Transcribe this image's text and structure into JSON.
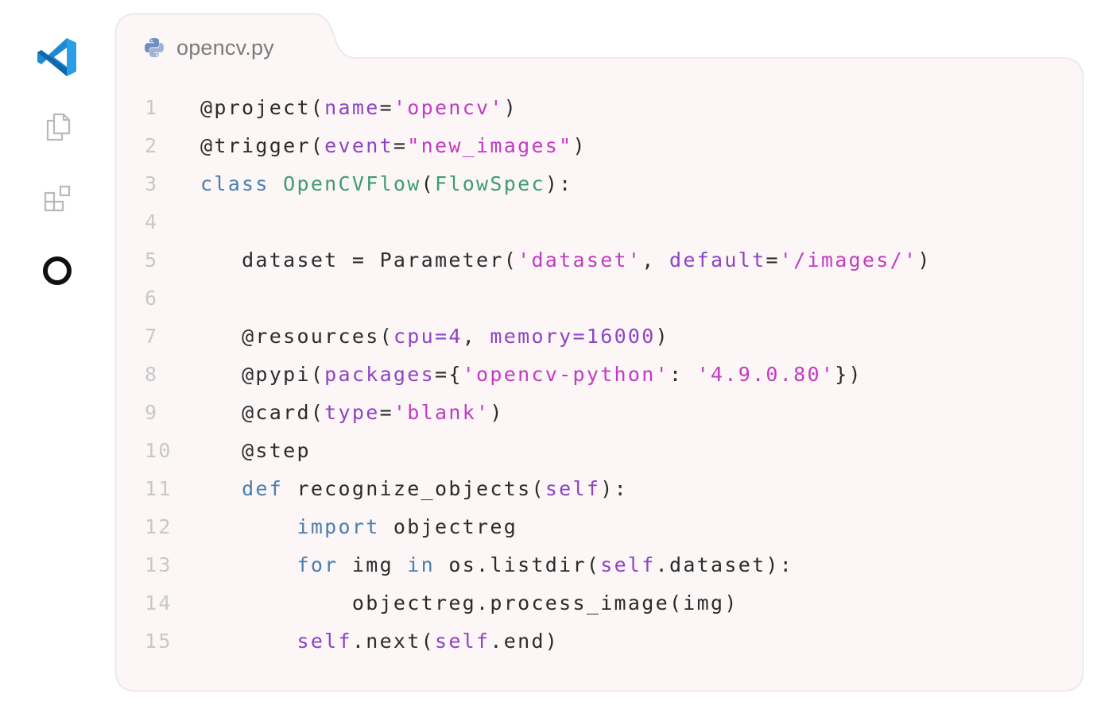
{
  "activity_bar": {
    "icons": [
      "vscode-logo-icon",
      "copy-files-icon",
      "extensions-icon",
      "outerbounds-logo-icon"
    ]
  },
  "colors": {
    "panel_bg": "#fcf6f6",
    "panel_border": "#f0e8e8",
    "keyword": "#4a7fb0",
    "class_name": "#3f9a78",
    "param": "#8c44c4",
    "string": "#c23bc4",
    "line_number": "#c8c8c8",
    "vscode_blue": "#1f8ad2"
  },
  "tab": {
    "icon": "python-icon",
    "label": "opencv.py"
  },
  "code": {
    "lines": [
      {
        "n": "1",
        "indent": "",
        "tokens": [
          {
            "t": "@project(",
            "k": "deco"
          },
          {
            "t": "name",
            "k": "param"
          },
          {
            "t": "=",
            "k": "plain"
          },
          {
            "t": "'opencv'",
            "k": "str"
          },
          {
            "t": ")",
            "k": "plain"
          }
        ]
      },
      {
        "n": "2",
        "indent": "",
        "tokens": [
          {
            "t": "@trigger(",
            "k": "deco"
          },
          {
            "t": "event",
            "k": "param"
          },
          {
            "t": "=",
            "k": "plain"
          },
          {
            "t": "\"new_images\"",
            "k": "str"
          },
          {
            "t": ")",
            "k": "plain"
          }
        ]
      },
      {
        "n": "3",
        "indent": "",
        "tokens": [
          {
            "t": "class",
            "k": "kw"
          },
          {
            "t": " ",
            "k": "plain"
          },
          {
            "t": "OpenCVFlow",
            "k": "cls"
          },
          {
            "t": "(",
            "k": "plain"
          },
          {
            "t": "FlowSpec",
            "k": "cls"
          },
          {
            "t": "):",
            "k": "plain"
          }
        ]
      },
      {
        "n": "4",
        "indent": "",
        "tokens": []
      },
      {
        "n": "5",
        "indent": "   ",
        "tokens": [
          {
            "t": "dataset = Parameter(",
            "k": "plain"
          },
          {
            "t": "'dataset'",
            "k": "str"
          },
          {
            "t": ", ",
            "k": "plain"
          },
          {
            "t": "default",
            "k": "param"
          },
          {
            "t": "=",
            "k": "plain"
          },
          {
            "t": "'/images/'",
            "k": "str"
          },
          {
            "t": ")",
            "k": "plain"
          }
        ]
      },
      {
        "n": "6",
        "indent": "",
        "tokens": []
      },
      {
        "n": "7",
        "indent": "   ",
        "tokens": [
          {
            "t": "@resources(",
            "k": "deco"
          },
          {
            "t": "cpu=4",
            "k": "param"
          },
          {
            "t": ", ",
            "k": "plain"
          },
          {
            "t": "memory=16000",
            "k": "param"
          },
          {
            "t": ")",
            "k": "plain"
          }
        ]
      },
      {
        "n": "8",
        "indent": "   ",
        "tokens": [
          {
            "t": "@pypi(",
            "k": "deco"
          },
          {
            "t": "packages",
            "k": "param"
          },
          {
            "t": "={",
            "k": "plain"
          },
          {
            "t": "'opencv-python'",
            "k": "str"
          },
          {
            "t": ": ",
            "k": "plain"
          },
          {
            "t": "'4.9.0.80'",
            "k": "str"
          },
          {
            "t": "})",
            "k": "plain"
          }
        ]
      },
      {
        "n": "9",
        "indent": "   ",
        "tokens": [
          {
            "t": "@card(",
            "k": "deco"
          },
          {
            "t": "type",
            "k": "param"
          },
          {
            "t": "=",
            "k": "plain"
          },
          {
            "t": "'blank'",
            "k": "str"
          },
          {
            "t": ")",
            "k": "plain"
          }
        ]
      },
      {
        "n": "10",
        "indent": "   ",
        "tokens": [
          {
            "t": "@step",
            "k": "deco"
          }
        ]
      },
      {
        "n": "11",
        "indent": "   ",
        "tokens": [
          {
            "t": "def",
            "k": "kw"
          },
          {
            "t": " recognize_objects(",
            "k": "plain"
          },
          {
            "t": "self",
            "k": "param"
          },
          {
            "t": "):",
            "k": "plain"
          }
        ]
      },
      {
        "n": "12",
        "indent": "       ",
        "tokens": [
          {
            "t": "import",
            "k": "kw"
          },
          {
            "t": " objectreg",
            "k": "plain"
          }
        ]
      },
      {
        "n": "13",
        "indent": "       ",
        "tokens": [
          {
            "t": "for",
            "k": "kw"
          },
          {
            "t": " img ",
            "k": "plain"
          },
          {
            "t": "in",
            "k": "kw"
          },
          {
            "t": " os.listdir(",
            "k": "plain"
          },
          {
            "t": "self",
            "k": "param"
          },
          {
            "t": ".dataset):",
            "k": "plain"
          }
        ]
      },
      {
        "n": "14",
        "indent": "           ",
        "tokens": [
          {
            "t": "objectreg.process_image(img)",
            "k": "plain"
          }
        ]
      },
      {
        "n": "15",
        "indent": "       ",
        "tokens": [
          {
            "t": "self",
            "k": "param"
          },
          {
            "t": ".next(",
            "k": "plain"
          },
          {
            "t": "self",
            "k": "param"
          },
          {
            "t": ".end)",
            "k": "plain"
          }
        ]
      }
    ]
  }
}
